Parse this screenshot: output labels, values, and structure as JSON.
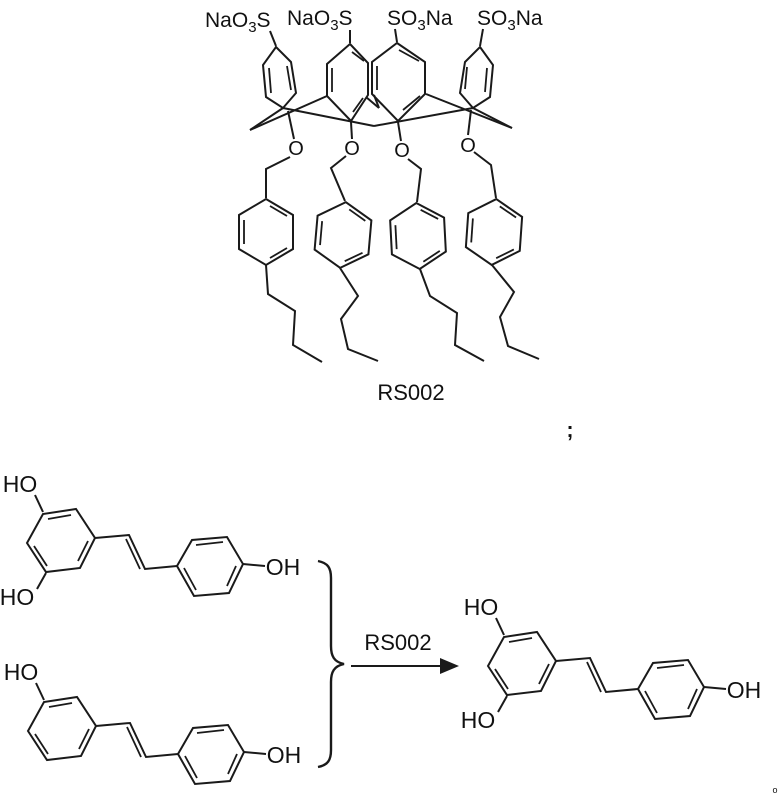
{
  "figure": {
    "calixarene": {
      "sulfonate_labels": [
        {
          "pre": "NaO",
          "sub": "3",
          "post": "S"
        },
        {
          "pre": "NaO",
          "sub": "3",
          "post": "S"
        },
        {
          "pre": "SO",
          "sub": "3",
          "post": "Na"
        },
        {
          "pre": "SO",
          "sub": "3",
          "post": "Na"
        }
      ],
      "oxygen_labels": [
        "O",
        "O",
        "O",
        "O"
      ],
      "name": "RS002"
    },
    "separator": ";",
    "reaction": {
      "catalyst_label": "RS002",
      "labels": {
        "ho": "HO",
        "oh": "OH"
      }
    },
    "footnote_mark": "o"
  }
}
